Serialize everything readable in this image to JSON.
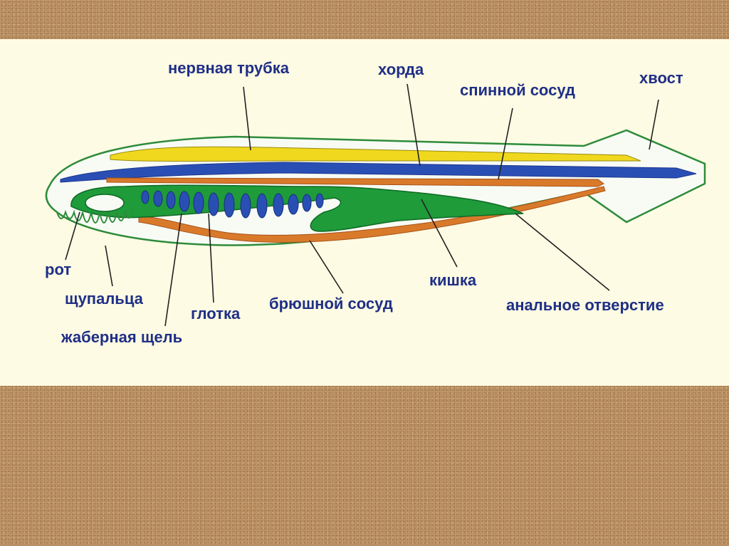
{
  "labels": {
    "nerve_tube": "нервная трубка",
    "notochord": "хорда",
    "dorsal_vessel": "спинной сосуд",
    "tail": "хвост",
    "mouth": "рот",
    "tentacles": "щупальца",
    "pharynx": "глотка",
    "gill_slit": "жаберная щель",
    "ventral_vessel": "брюшной сосуд",
    "intestine": "кишка",
    "anus": "анальное отверстие"
  },
  "colors": {
    "background": "#c49a6c",
    "panel": "#fdfbe3",
    "label_text": "#1f2f86",
    "nerve_tube": "#f0d81e",
    "notochord": "#2a4fb4",
    "dorsal_vessel": "#d97a2b",
    "ventral_vessel": "#d97a2b",
    "pharynx": "#1f9b3a",
    "gill_slits": "#2a4fb4"
  }
}
